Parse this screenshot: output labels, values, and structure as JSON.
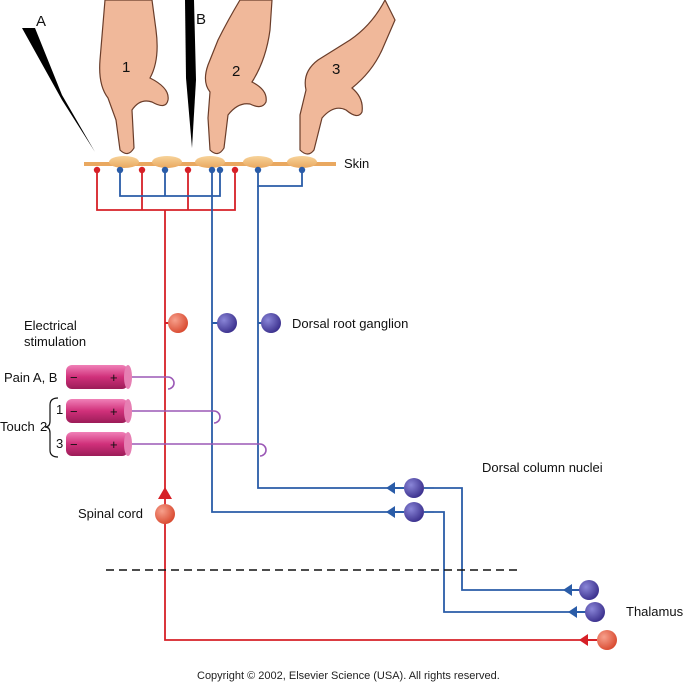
{
  "labels": {
    "electrode_a": "A",
    "electrode_b": "B",
    "finger_1": "1",
    "finger_2": "2",
    "finger_3": "3",
    "skin": "Skin",
    "dorsal_root_ganglion": "Dorsal root ganglion",
    "electrical_line1": "Electrical",
    "electrical_line2": "stimulation",
    "pain": "Pain  A, B",
    "touch": "Touch",
    "touch_2": "2",
    "touch_1": "1",
    "touch_3": "3",
    "dorsal_column_nuclei": "Dorsal column nuclei",
    "spinal_cord": "Spinal cord",
    "thalamus": "Thalamus",
    "copyright": "Copyright © 2002, Elsevier Science (USA). All rights reserved."
  },
  "electrode_signs": {
    "minus": "−",
    "plus": "+"
  },
  "colors": {
    "pain_fiber": "#d62027",
    "touch_fiber": "#2a5ca8",
    "neuron_blue": "#4a3fa0",
    "neuron_red": "#e8604c",
    "electrode": "#d63c8a",
    "skin": "#f2c27e",
    "hand": "#f0b89a",
    "recording_wire": "#9b59b6"
  }
}
